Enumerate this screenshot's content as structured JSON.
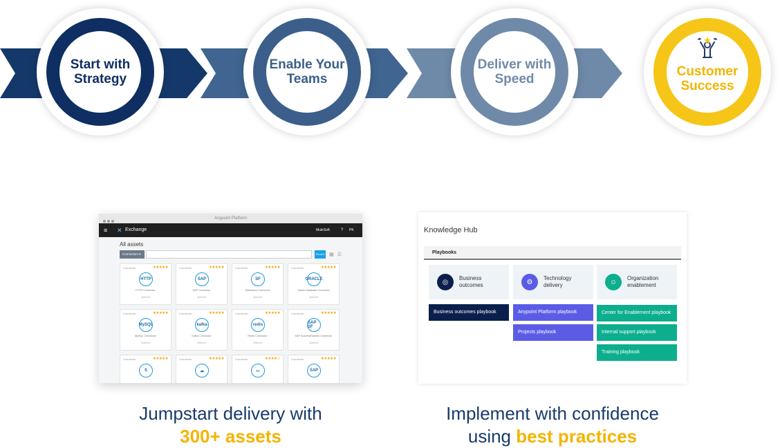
{
  "flow": {
    "steps": [
      {
        "line1": "Start with",
        "line2": "Strategy"
      },
      {
        "line1": "Enable Your",
        "line2": "Teams"
      },
      {
        "line1": "Deliver with",
        "line2": "Speed"
      },
      {
        "line1": "Customer",
        "line2": "Success"
      }
    ],
    "colors": {
      "step1": "#0f2f62",
      "step2": "#3b5f8a",
      "step3": "#6f8aa8",
      "step4": "#f5c518",
      "step4_text": "#f4b400",
      "arrow1": "#15386b",
      "arrow2": "#3f6590",
      "arrow3": "#6f8aa8"
    },
    "success_icon": "celebrating-person-icon"
  },
  "exchange": {
    "window_title": "Anypoint Platform",
    "app_name": "Exchange",
    "brand": "MuleSoft",
    "help": "?",
    "user": "PK",
    "heading": "All assets",
    "filter_label": "Connectors",
    "search_button": "Search",
    "cards": [
      {
        "type": "Connector",
        "stars": "★★★★★",
        "icon": "HTTP",
        "name": "HTTP Connector",
        "sub": "MuleSoft"
      },
      {
        "type": "Connector",
        "stars": "★★★★★",
        "icon": "SAP",
        "name": "SAP Connector",
        "sub": "MuleSoft"
      },
      {
        "type": "Connector",
        "stars": "★★★★★",
        "icon": "SF",
        "name": "Salesforce Connector",
        "sub": "MuleSoft"
      },
      {
        "type": "Connector",
        "stars": "★★★★★",
        "icon": "ORACLE",
        "name": "Oracle Database Connector",
        "sub": "MuleSoft"
      },
      {
        "type": "Connector",
        "stars": "★★★★★",
        "icon": "MySQL",
        "name": "MySQL Connector",
        "sub": "MuleSoft"
      },
      {
        "type": "Connector",
        "stars": "★★★★★",
        "icon": "kafka",
        "name": "Kafka Connector",
        "sub": "MuleSoft"
      },
      {
        "type": "Connector",
        "stars": "★★★★★",
        "icon": "redis",
        "name": "Redis Connector",
        "sub": "MuleSoft"
      },
      {
        "type": "Connector",
        "stars": "★★★★★",
        "icon": "SAP SF",
        "name": "SAP SuccessFactors Connector",
        "sub": "MuleSoft"
      },
      {
        "type": "Connector",
        "stars": "★★★★★",
        "icon": "S",
        "name": "",
        "sub": ""
      },
      {
        "type": "Connector",
        "stars": "★★★★★",
        "icon": "☁",
        "name": "",
        "sub": ""
      },
      {
        "type": "Connector",
        "stars": "★★★★☆",
        "icon": "▭",
        "name": "",
        "sub": ""
      },
      {
        "type": "Connector",
        "stars": "★★★★★",
        "icon": "SAP",
        "name": "",
        "sub": ""
      }
    ]
  },
  "khub": {
    "title": "Knowledge Hub",
    "tab": "Playbooks",
    "categories": [
      {
        "line1": "Business",
        "line2": "outcomes",
        "icon": "target-icon",
        "color": "#0b1f4d"
      },
      {
        "line1": "Technology",
        "line2": "delivery",
        "icon": "gear-icon",
        "color": "#5b5ce6"
      },
      {
        "line1": "Organization",
        "line2": "enablement",
        "icon": "people-icon",
        "color": "#0cae8e"
      }
    ],
    "playbooks": {
      "col1": [
        "Business outcomes playbook"
      ],
      "col2": [
        "Anypoint Platform playbook",
        "Projects playbook"
      ],
      "col3": [
        "Center for Enablement playbook",
        "Internal support playbook",
        "Training playbook"
      ]
    }
  },
  "captions": {
    "left_line1": "Jumpstart delivery with",
    "left_highlight": "300+ assets",
    "right_line1": "Implement with confidence",
    "right_prefix": "using ",
    "right_highlight": "best practices"
  }
}
